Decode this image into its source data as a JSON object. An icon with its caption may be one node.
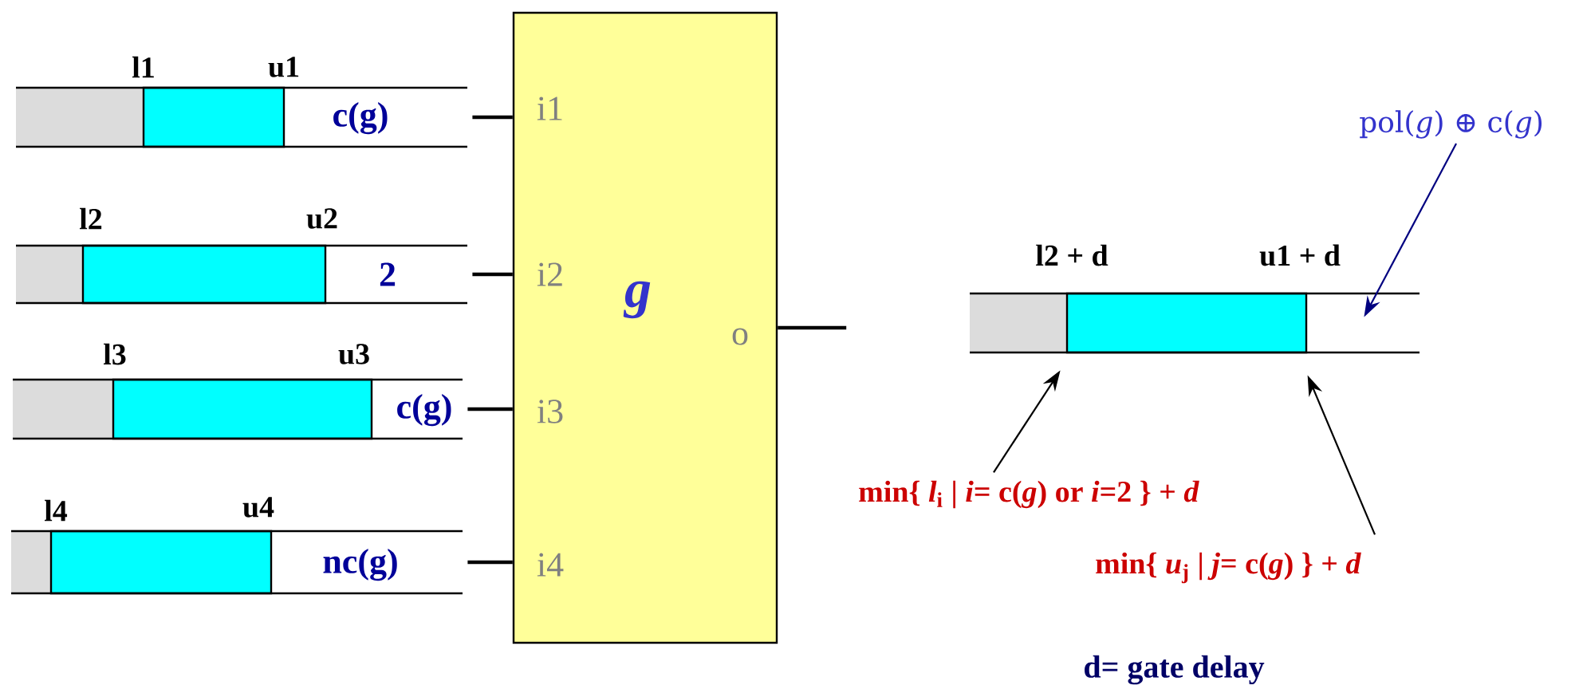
{
  "diagram": {
    "nodes": [
      {
        "text": [
          "g"
        ]
      },
      {
        "text": [
          "c(g)"
        ],
        "beside": [
          "l1",
          "u1"
        ]
      },
      {
        "text": [
          "2"
        ],
        "beside": [
          "l2",
          "u2"
        ]
      },
      {
        "text": [
          "c(g)"
        ],
        "beside": [
          "l3",
          "u3"
        ]
      },
      {
        "text": [
          "nc(g)"
        ],
        "beside": [
          "l4",
          "u4"
        ]
      },
      {
        "text": [],
        "shape": "bar",
        "beside": [
          "l2 + d",
          "u1 + d"
        ]
      },
      {
        "text": [
          "pol(*g*) ⊕ c(*g*)"
        ]
      },
      {
        "text": [
          "min{ *l*$_{i}$ | *i*= c(*g*) or *i*=2 } + *d*"
        ]
      },
      {
        "text": [
          "min{ *u*$_{j}$ | *j*= c(*g*) } + *d*"
        ]
      }
    ],
    "edges": [
      {
        "from": 1,
        "to": 0,
        "arrow": "none"
      },
      {
        "from": 2,
        "to": 0,
        "arrow": "none"
      },
      {
        "from": 3,
        "to": 0,
        "arrow": "none"
      },
      {
        "from": 4,
        "to": 0,
        "arrow": "none"
      },
      {
        "from": 0,
        "to": null,
        "arrow": "none"
      },
      {
        "from": 6,
        "to": 5,
        "arrow": "to",
        "color": "#000080"
      },
      {
        "from": 7,
        "to": 5,
        "arrow": "to"
      },
      {
        "from": 8,
        "to": 5,
        "arrow": "to"
      }
    ],
    "labels": [
      "i1",
      "i2",
      "o",
      "i3",
      "i4",
      "d= gate delay"
    ]
  }
}
